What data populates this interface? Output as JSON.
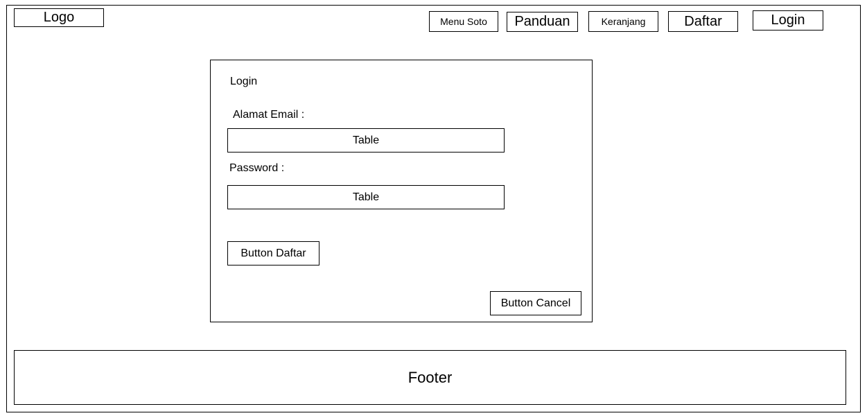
{
  "header": {
    "logo": "Logo",
    "nav": {
      "menu_soto": "Menu Soto",
      "panduan": "Panduan",
      "keranjang": "Keranjang",
      "daftar": "Daftar",
      "login": "Login"
    }
  },
  "login_form": {
    "title": "Login",
    "email_label": "Alamat Email :",
    "email_field": "Table",
    "password_label": "Password :",
    "password_field": "Table",
    "daftar_button": "Button Daftar",
    "cancel_button": "Button Cancel"
  },
  "footer": {
    "label": "Footer"
  }
}
